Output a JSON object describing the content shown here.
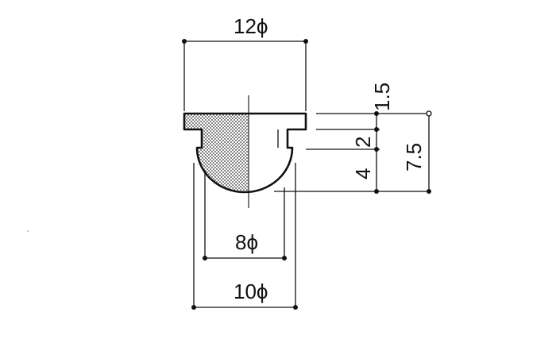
{
  "dimensions": {
    "top_diameter": "12ϕ",
    "inner_diameter": "8ϕ",
    "outer_diameter": "10ϕ",
    "flange_thickness": "1.5",
    "neck_height": "2",
    "dome_height": "4",
    "total_height": "7.5"
  },
  "colors": {
    "line": "#111111",
    "stipple": "#555555",
    "background": "#ffffff"
  }
}
